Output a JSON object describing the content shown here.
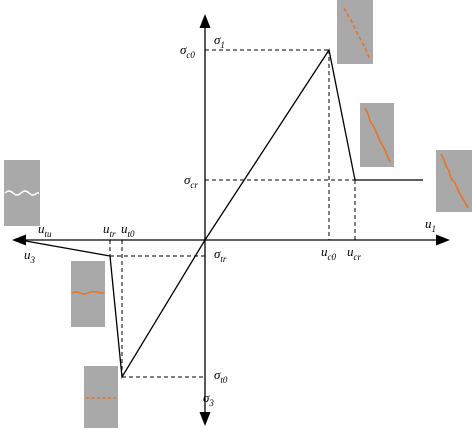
{
  "labels": {
    "sigma1": {
      "main": "σ",
      "sub": "1"
    },
    "sigma3": {
      "main": "σ",
      "sub": "3"
    },
    "sigma_c0": {
      "main": "σ",
      "sub": "c0"
    },
    "sigma_cr": {
      "main": "σ",
      "sub": "cr"
    },
    "sigma_tr": {
      "main": "σ",
      "sub": "tr"
    },
    "sigma_t0": {
      "main": "σ",
      "sub": "t0"
    },
    "u1": {
      "main": "u",
      "sub": "1"
    },
    "u3": {
      "main": "u",
      "sub": "3"
    },
    "u_c0": {
      "main": "u",
      "sub": "c0"
    },
    "u_cr": {
      "main": "u",
      "sub": "cr"
    },
    "u_tu": {
      "main": "u",
      "sub": "tu"
    },
    "u_tr": {
      "main": "u",
      "sub": "tr"
    },
    "u_t0": {
      "main": "u",
      "sub": "t0"
    }
  },
  "colors": {
    "line": "#000000",
    "sample_fill": "#a9a9a9",
    "crack": "#e8732a",
    "crack_white": "#ffffff"
  },
  "samples": [
    {
      "name": "compression-peak-sample",
      "crack": "diagonal-dashed-orange"
    },
    {
      "name": "compression-softening-sample",
      "crack": "diagonal-solid-orange"
    },
    {
      "name": "compression-residual-sample",
      "crack": "diagonal-solid-orange"
    },
    {
      "name": "tension-ultimate-sample",
      "crack": "horizontal-white-wavy"
    },
    {
      "name": "tension-residual-sample",
      "crack": "horizontal-orange"
    },
    {
      "name": "tension-peak-sample",
      "crack": "horizontal-dashed-orange"
    }
  ]
}
